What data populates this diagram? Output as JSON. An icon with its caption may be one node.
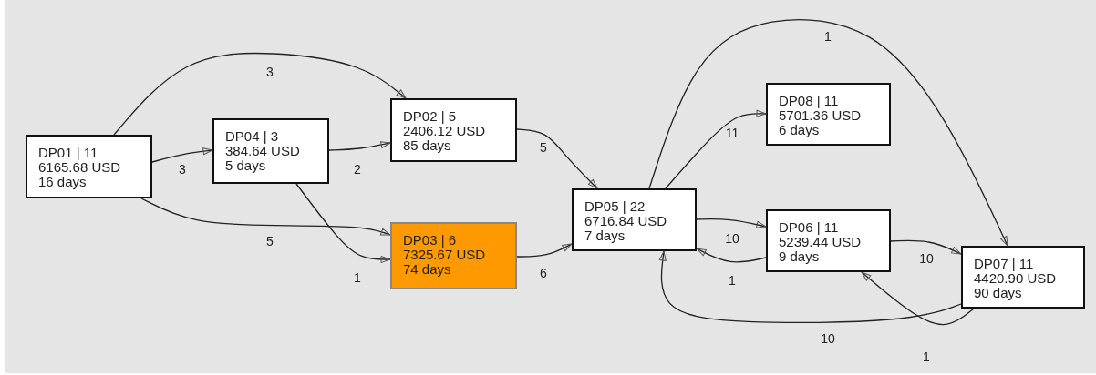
{
  "diagram": {
    "nodes": [
      {
        "text": [
          "DP01 | 11",
          "6165.68 USD",
          "16 days"
        ]
      },
      {
        "text": [
          "DP04 | 3",
          "384.64 USD",
          "5 days"
        ]
      },
      {
        "text": [
          "DP02 | 5",
          "2406.12 USD",
          "85 days"
        ]
      },
      {
        "text": [
          "DP03 | 6",
          "7325.67 USD",
          "74 days"
        ]
      },
      {
        "text": [
          "DP05 | 22",
          "6716.84 USD",
          "7 days"
        ]
      },
      {
        "text": [
          "DP08 | 11",
          "5701.36 USD",
          "6 days"
        ]
      },
      {
        "text": [
          "DP06 | 11",
          "5239.44 USD",
          "9 days"
        ]
      },
      {
        "text": [
          "DP07 | 11",
          "4420.90 USD",
          "90 days"
        ]
      }
    ],
    "edges": [
      {
        "from": 0,
        "to": 2,
        "arrow": "to",
        "label": "3"
      },
      {
        "from": 0,
        "to": 1,
        "arrow": "to",
        "label": "3"
      },
      {
        "from": 1,
        "to": 2,
        "arrow": "to",
        "label": "2"
      },
      {
        "from": 0,
        "to": 3,
        "arrow": "to",
        "label": "5"
      },
      {
        "from": 1,
        "to": 3,
        "arrow": "to",
        "label": "1"
      },
      {
        "from": 2,
        "to": 4,
        "arrow": "to",
        "label": "5"
      },
      {
        "from": 3,
        "to": 4,
        "arrow": "to",
        "label": "6"
      },
      {
        "from": 4,
        "to": 5,
        "arrow": "to",
        "label": "11"
      },
      {
        "from": 4,
        "to": 7,
        "arrow": "to",
        "label": "1"
      },
      {
        "from": 4,
        "to": 6,
        "arrow": "to",
        "label": "10"
      },
      {
        "from": 6,
        "to": 4,
        "arrow": "to",
        "label": "1"
      },
      {
        "from": 6,
        "to": 7,
        "arrow": "to",
        "label": "10"
      },
      {
        "from": 7,
        "to": 4,
        "arrow": "to",
        "label": "10"
      },
      {
        "from": 7,
        "to": 6,
        "arrow": "to",
        "label": "1"
      }
    ]
  }
}
